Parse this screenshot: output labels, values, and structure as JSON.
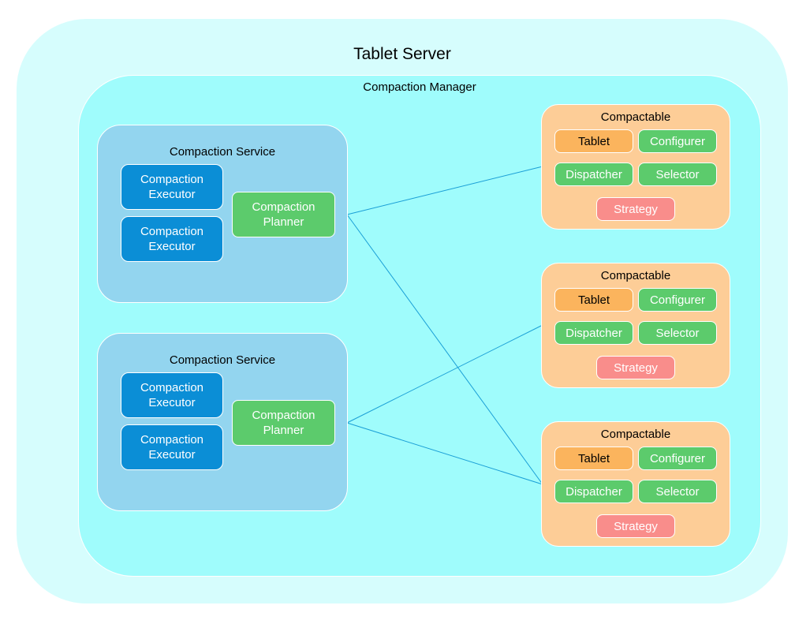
{
  "tablet_server": {
    "title": "Tablet Server",
    "color": "#d6fdfd"
  },
  "compaction_manager": {
    "title": "Compaction Manager",
    "color": "#9ffcfc"
  },
  "services": [
    {
      "title": "Compaction Service",
      "executors": [
        "Compaction\nExecutor",
        "Compaction\nExecutor"
      ],
      "planner": "Compaction\nPlanner"
    },
    {
      "title": "Compaction Service",
      "executors": [
        "Compaction\nExecutor",
        "Compaction\nExecutor"
      ],
      "planner": "Compaction\nPlanner"
    }
  ],
  "compactables": [
    {
      "title": "Compactable",
      "tablet": "Tablet",
      "configurer": "Configurer",
      "dispatcher": "Dispatcher",
      "selector": "Selector",
      "strategy": "Strategy"
    },
    {
      "title": "Compactable",
      "tablet": "Tablet",
      "configurer": "Configurer",
      "dispatcher": "Dispatcher",
      "selector": "Selector",
      "strategy": "Strategy"
    },
    {
      "title": "Compactable",
      "tablet": "Tablet",
      "configurer": "Configurer",
      "dispatcher": "Dispatcher",
      "selector": "Selector",
      "strategy": "Strategy"
    }
  ],
  "colors": {
    "service": "#93d5ef",
    "compactable": "#fdcd97",
    "executor": "#0b8ed6",
    "planner": "#5ccb6c",
    "tablet": "#fbb45d",
    "strategy": "#f98d8b",
    "connector": "#1a9fd6"
  }
}
